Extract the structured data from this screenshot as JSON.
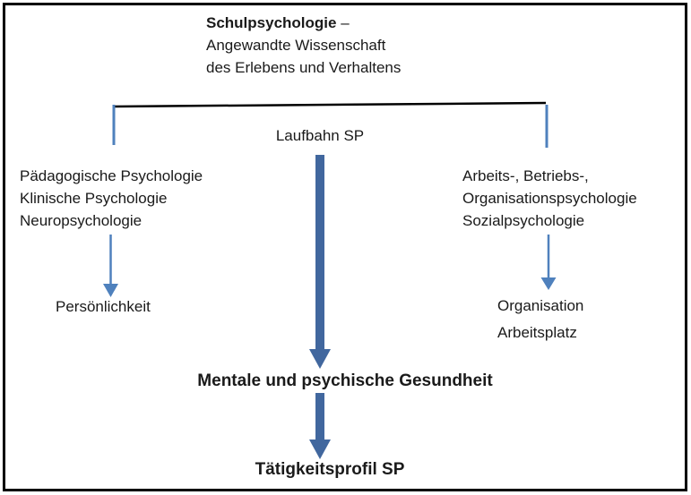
{
  "diagram": {
    "title": {
      "emphasis": "Schulpsychologie",
      "dash_suffix": " –",
      "line2": "Angewandte Wissenschaft",
      "line3": "des Erlebens und Verhaltens"
    },
    "center": {
      "career_label": "Laufbahn SP",
      "health_label": "Mentale und psychische Gesundheit",
      "profile_label": "Tätigkeitsprofil SP"
    },
    "left_branch": {
      "items": [
        "Pädagogische Psychologie",
        "Klinische Psychologie",
        "Neuropsychologie"
      ],
      "target": "Persönlichkeit"
    },
    "right_branch": {
      "items": [
        "Arbeits-, Betriebs-,",
        "Organisationspsychologie",
        "Sozialpsychologie"
      ],
      "target_line1": "Organisation",
      "target_line2": "Arbeitsplatz"
    },
    "colors": {
      "connector_blue": "#4f81bd",
      "thick_arrow_blue": "#41679e",
      "line_black": "#000000"
    }
  }
}
